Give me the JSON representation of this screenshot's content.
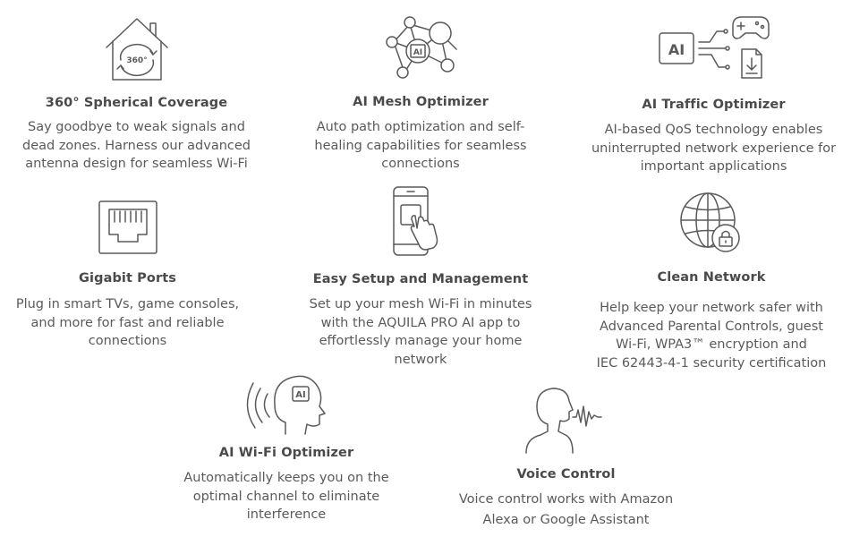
{
  "features": [
    {
      "id": "coverage",
      "icon": "house-360-icon",
      "icon_text": "360°",
      "title": "360° Spherical Coverage",
      "lines": [
        "Say goodbye to weak signals and",
        "dead zones. Harness our advanced",
        "antenna design for seamless Wi-Fi"
      ]
    },
    {
      "id": "mesh",
      "icon": "ai-mesh-network-icon",
      "icon_text": "AI",
      "title": "AI Mesh Optimizer",
      "lines": [
        "Auto path optimization and self-",
        "healing capabilities for seamless",
        "connections"
      ]
    },
    {
      "id": "traffic",
      "icon": "ai-traffic-icon",
      "icon_text": "AI",
      "title": "AI Traffic Optimizer",
      "lines": [
        "AI-based QoS technology enables",
        "uninterrupted network experience for",
        "important applications"
      ]
    },
    {
      "id": "ports",
      "icon": "ethernet-port-icon",
      "title": "Gigabit Ports",
      "lines": [
        "Plug in smart TVs, game consoles,",
        "and more for fast and reliable",
        "connections"
      ]
    },
    {
      "id": "setup",
      "icon": "phone-tap-icon",
      "title": "Easy Setup and Management",
      "lines": [
        "Set up your mesh Wi-Fi in minutes",
        "with the AQUILA PRO AI app to",
        "effortlessly manage your home",
        "network"
      ]
    },
    {
      "id": "clean",
      "icon": "globe-lock-icon",
      "title": "Clean Network",
      "lines": [
        "Help keep your network safer with",
        "Advanced Parental Controls, guest",
        "Wi-Fi,  WPA3™ encryption and",
        "IEC 62443-4-1 security certification"
      ]
    },
    {
      "id": "wifi-opt",
      "icon": "ai-head-waves-icon",
      "icon_text": "AI",
      "title": "AI Wi-Fi Optimizer",
      "lines": [
        "Automatically keeps you on the",
        "optimal channel to eliminate",
        "interference"
      ]
    },
    {
      "id": "voice",
      "icon": "voice-person-icon",
      "title": "Voice Control",
      "lines": [
        "Voice control works with Amazon",
        "Alexa or Google Assistant"
      ]
    }
  ],
  "colors": {
    "text": "#5a5a5a",
    "title": "#4a4a4a",
    "icon_stroke": "#5a5a5a"
  }
}
